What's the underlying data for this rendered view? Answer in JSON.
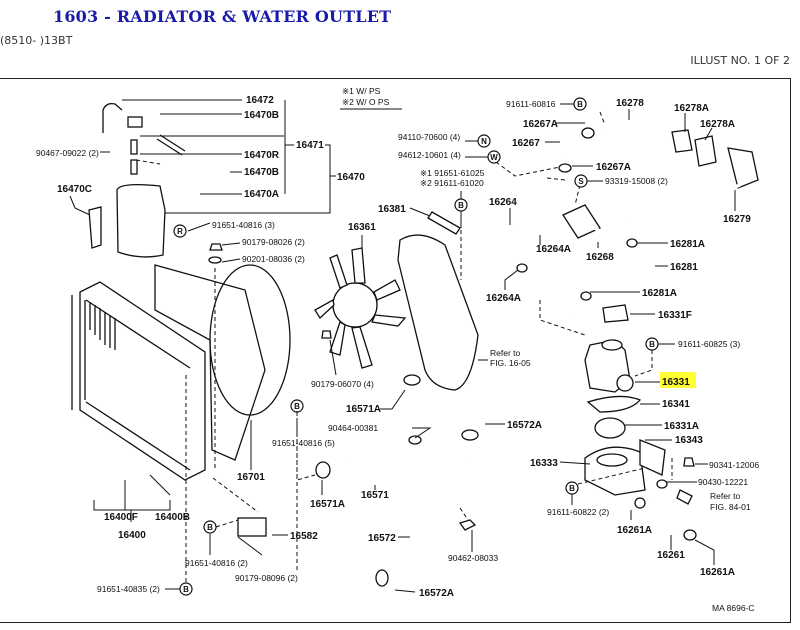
{
  "header": {
    "title": "1603 - RADIATOR & WATER OUTLET",
    "subtitle": "(8510- )13BT",
    "illust": "ILLUST NO. 1 OF 2"
  },
  "legend": {
    "note1": "※1 W/ PS",
    "note2": "※2 W/ O PS"
  },
  "highlight_color": "#ffff33",
  "parts": {
    "p16472": "16472",
    "p16470B_top": "16470B",
    "p16471": "16471",
    "p16470R": "16470R",
    "p16470B_bot": "16470B",
    "p16470A": "16470A",
    "p16470": "16470",
    "p16470C": "16470C",
    "p90467": "90467-09022 (2)",
    "p91651_40816_3": "91651-40816 (3)",
    "p90179_08026": "90179-08026 (2)",
    "p90201_08036": "90201-08036 (2)",
    "p94110": "94110-70600 (4)",
    "p94612": "94612-10601 (4)",
    "p91651_61025": "※1 91651-61025",
    "p91611_61020": "※2 91611-61020",
    "p16381": "16381",
    "p16361": "16361",
    "p16264": "16264",
    "p16264A_top": "16264A",
    "p16264A": "16264A",
    "p91611_60816": "91611-60816",
    "p16278": "16278",
    "p16278A_1": "16278A",
    "p16278A_2": "16278A",
    "p16267A_1": "16267A",
    "p16267": "16267",
    "p16267A_2": "16267A",
    "p93319": "93319-15008 (2)",
    "p16279": "16279",
    "p16268": "16268",
    "p16281A_1": "16281A",
    "p16281": "16281",
    "p16281A_2": "16281A",
    "p16331F": "16331F",
    "p91611_60825": "91611-60825 (3)",
    "p16331": "16331",
    "p16341": "16341",
    "p16331A": "16331A",
    "p16343": "16343",
    "p16333": "16333",
    "p90341": "90341-12006",
    "p90430": "90430-12221",
    "refer_84_1": "Refer to",
    "refer_84_2": "FIG. 84-01",
    "p91611_60822": "91611-60822 (2)",
    "p16261A_1": "16261A",
    "p16261": "16261",
    "p16261A_2": "16261A",
    "refer_16_1": "Refer to",
    "refer_16_2": "FIG. 16-05",
    "p90179_06070": "90179-06070 (4)",
    "p16571A_1": "16571A",
    "p90464": "90464-00381",
    "p16572A_1": "16572A",
    "p16571": "16571",
    "p16571A_2": "16571A",
    "p91651_40816_5": "91651-40816 (5)",
    "p16701": "16701",
    "p16400F": "16400F",
    "p16400B": "16400B",
    "p16400": "16400",
    "p16582": "16582",
    "p91651_40816_2": "91651-40816 (2)",
    "p90179_08096": "90179-08096 (2)",
    "p91651_40835": "91651-40835 (2)",
    "p16572": "16572",
    "p90462": "90462-08033",
    "p16572A_2": "16572A",
    "code": "MA  8696-C"
  },
  "markers": {
    "R": "R",
    "B": "B",
    "N": "N",
    "W": "W",
    "S": "S"
  }
}
